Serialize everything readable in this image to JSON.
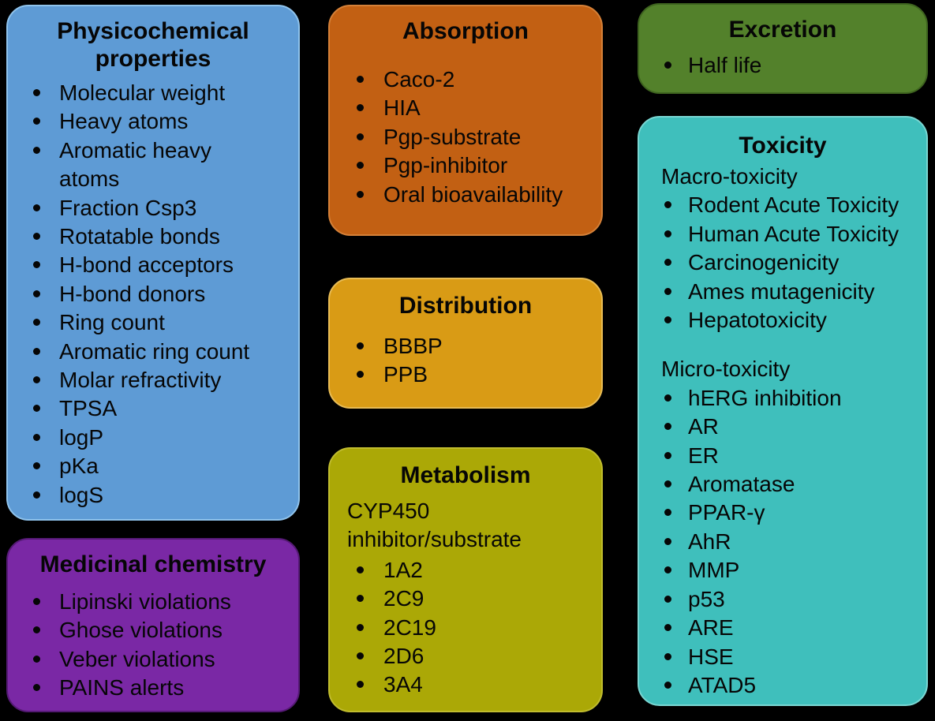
{
  "background_color": "#000000",
  "boxes": {
    "physicochemical": {
      "title": "Physicochemical properties",
      "color": "#5E9BD5",
      "border_color": "#8FC3EC",
      "items": [
        "Molecular weight",
        "Heavy atoms",
        "Aromatic heavy atoms",
        "Fraction Csp3",
        "Rotatable bonds",
        "H-bond acceptors",
        "H-bond donors",
        "Ring count",
        "Aromatic ring count",
        "Molar refractivity",
        "TPSA",
        "logP",
        "pKa",
        "logS"
      ]
    },
    "medicinal": {
      "title": "Medicinal chemistry",
      "color": "#7A28A5",
      "border_color": "#551A75",
      "items": [
        "Lipinski violations",
        "Ghose violations",
        "Veber violations",
        "PAINS alerts"
      ]
    },
    "absorption": {
      "title": "Absorption",
      "color": "#C26013",
      "border_color": "#D48038",
      "items": [
        "Caco-2",
        "HIA",
        "Pgp-substrate",
        "Pgp-inhibitor",
        "Oral bioavailability"
      ]
    },
    "distribution": {
      "title": "Distribution",
      "color": "#D99B15",
      "border_color": "#E8BC55",
      "items": [
        "BBBP",
        "PPB"
      ]
    },
    "metabolism": {
      "title": "Metabolism",
      "color": "#ABA806",
      "border_color": "#C0BC2E",
      "subtitle": "CYP450 inhibitor/substrate",
      "items": [
        "1A2",
        "2C9",
        "2C19",
        "2D6",
        "3A4"
      ]
    },
    "excretion": {
      "title": "Excretion",
      "color": "#53812B",
      "border_color": "#3E631F",
      "items": [
        "Half life"
      ]
    },
    "toxicity": {
      "title": "Toxicity",
      "color": "#3FBFBC",
      "border_color": "#79D6D2",
      "groups": [
        {
          "label": "Macro-toxicity",
          "items": [
            "Rodent Acute Toxicity",
            "Human Acute Toxicity",
            "Carcinogenicity",
            "Ames mutagenicity",
            "Hepatotoxicity"
          ]
        },
        {
          "label": "Micro-toxicity",
          "items": [
            "hERG inhibition",
            "AR",
            "ER",
            "Aromatase",
            "PPAR-γ",
            "AhR",
            "MMP",
            "p53",
            "ARE",
            "HSE",
            "ATAD5"
          ]
        }
      ]
    }
  }
}
